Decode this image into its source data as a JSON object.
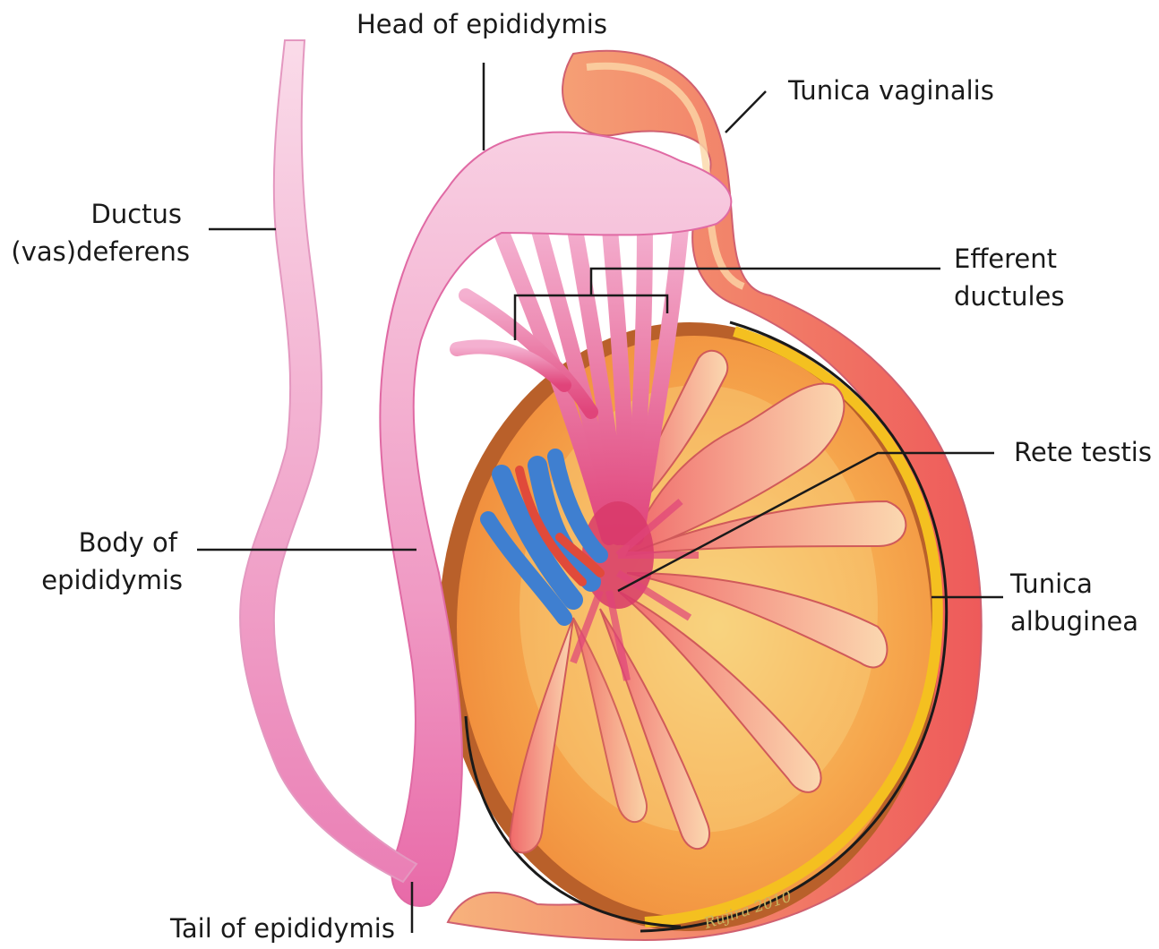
{
  "diagram": {
    "labels": {
      "head_of_epididymis": "Head of epididymis",
      "tunica_vaginalis": "Tunica vaginalis",
      "ductus_line1": "Ductus",
      "ductus_line2": "(vas)deferens",
      "efferent_line1": "Efferent",
      "efferent_line2": "ductules",
      "rete_testis": "Rete testis",
      "body_line1": "Body of",
      "body_line2": "epididymis",
      "tunica_albuginea_line1": "Tunica",
      "tunica_albuginea_line2": "albuginea",
      "tail_of_epididymis": "Tail of epididymis"
    },
    "signature": "Rujira 2010",
    "colors": {
      "epididymis": "#f2a9cf",
      "epididymis_dark": "#e56aa8",
      "tunica_vaginalis": "#f08a6a",
      "tunica_outer": "#f9c99a",
      "testis_fill": "#f6a34e",
      "testis_rim": "#b9602a",
      "albuginea_line": "#f4c020",
      "lobule": "#f0a08a",
      "vein": "#3f7fd0",
      "artery": "#e04a3a",
      "rete": "#d83a6a"
    }
  }
}
